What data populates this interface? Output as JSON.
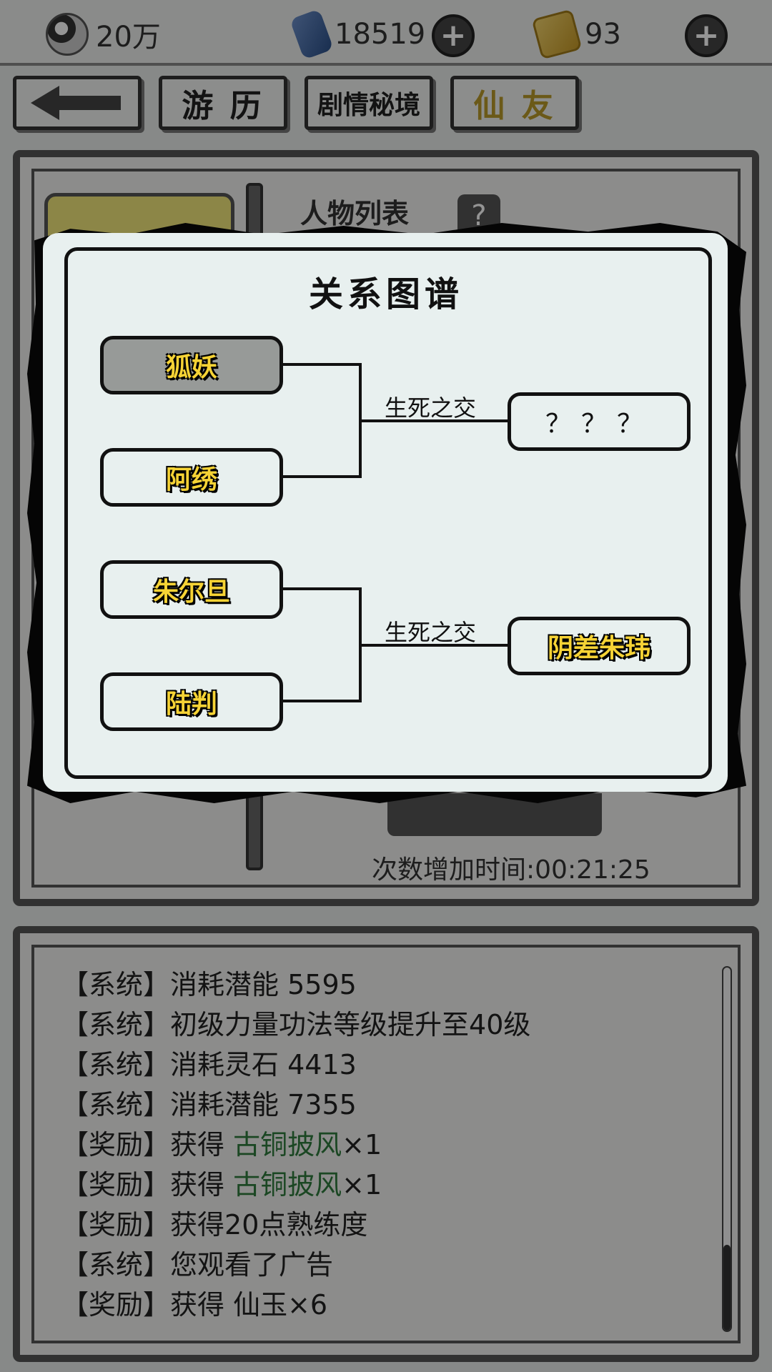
{
  "topbar": {
    "currency1": {
      "icon": "yin-yang-icon",
      "value": "20万"
    },
    "currency2": {
      "icon": "spirit-stone-icon",
      "value": "18519"
    },
    "currency3": {
      "icon": "jade-icon",
      "value": "93"
    }
  },
  "tabs": {
    "back": "back-arrow-icon",
    "travel": "游 历",
    "story": "剧情秘境",
    "friends": "仙 友"
  },
  "background_panel": {
    "list_title": "人物列表",
    "help": "?",
    "timer": "次数增加时间:00:21:25"
  },
  "log": [
    {
      "prefix": "【系统】",
      "text": "消耗潜能 5595",
      "item": "",
      "suffix": ""
    },
    {
      "prefix": "【系统】",
      "text": "初级力量功法等级提升至40级",
      "item": "",
      "suffix": ""
    },
    {
      "prefix": "【系统】",
      "text": "消耗灵石 4413",
      "item": "",
      "suffix": ""
    },
    {
      "prefix": "【系统】",
      "text": "消耗潜能 7355",
      "item": "",
      "suffix": ""
    },
    {
      "prefix": "【奖励】",
      "text": "获得 ",
      "item": "古铜披风",
      "suffix": "×1"
    },
    {
      "prefix": "【奖励】",
      "text": "获得 ",
      "item": "古铜披风",
      "suffix": "×1"
    },
    {
      "prefix": "【奖励】",
      "text": "获得20点熟练度",
      "item": "",
      "suffix": ""
    },
    {
      "prefix": "【系统】",
      "text": "您观看了广告",
      "item": "",
      "suffix": ""
    },
    {
      "prefix": "【奖励】",
      "text": "获得 仙玉×6",
      "item": "",
      "suffix": ""
    }
  ],
  "modal": {
    "title": "关系图谱",
    "groups": [
      {
        "members": [
          "狐妖",
          "阿绣"
        ],
        "relation": "生死之交",
        "target": "？？？"
      },
      {
        "members": [
          "朱尔旦",
          "陆判"
        ],
        "relation": "生死之交",
        "target": "阴差朱玮"
      }
    ]
  },
  "colors": {
    "node_text": "#f6d335",
    "selected_node": "#979a98",
    "modal_bg": "#e8f0ef",
    "item_highlight": "#2f7b3d"
  }
}
